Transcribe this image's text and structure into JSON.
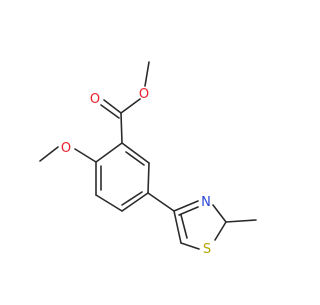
{
  "molecule": {
    "atom_labels": {
      "ester_o_single": "O",
      "ester_o_double": "O",
      "methoxy_o": "O",
      "thiazole_n": "N",
      "thiazole_s": "S"
    },
    "colors": {
      "bond": "#2b2b2b",
      "oxygen": "#e8202a",
      "nitrogen": "#2a46d6",
      "sulfur": "#b8a400",
      "background": "#ffffff"
    }
  }
}
